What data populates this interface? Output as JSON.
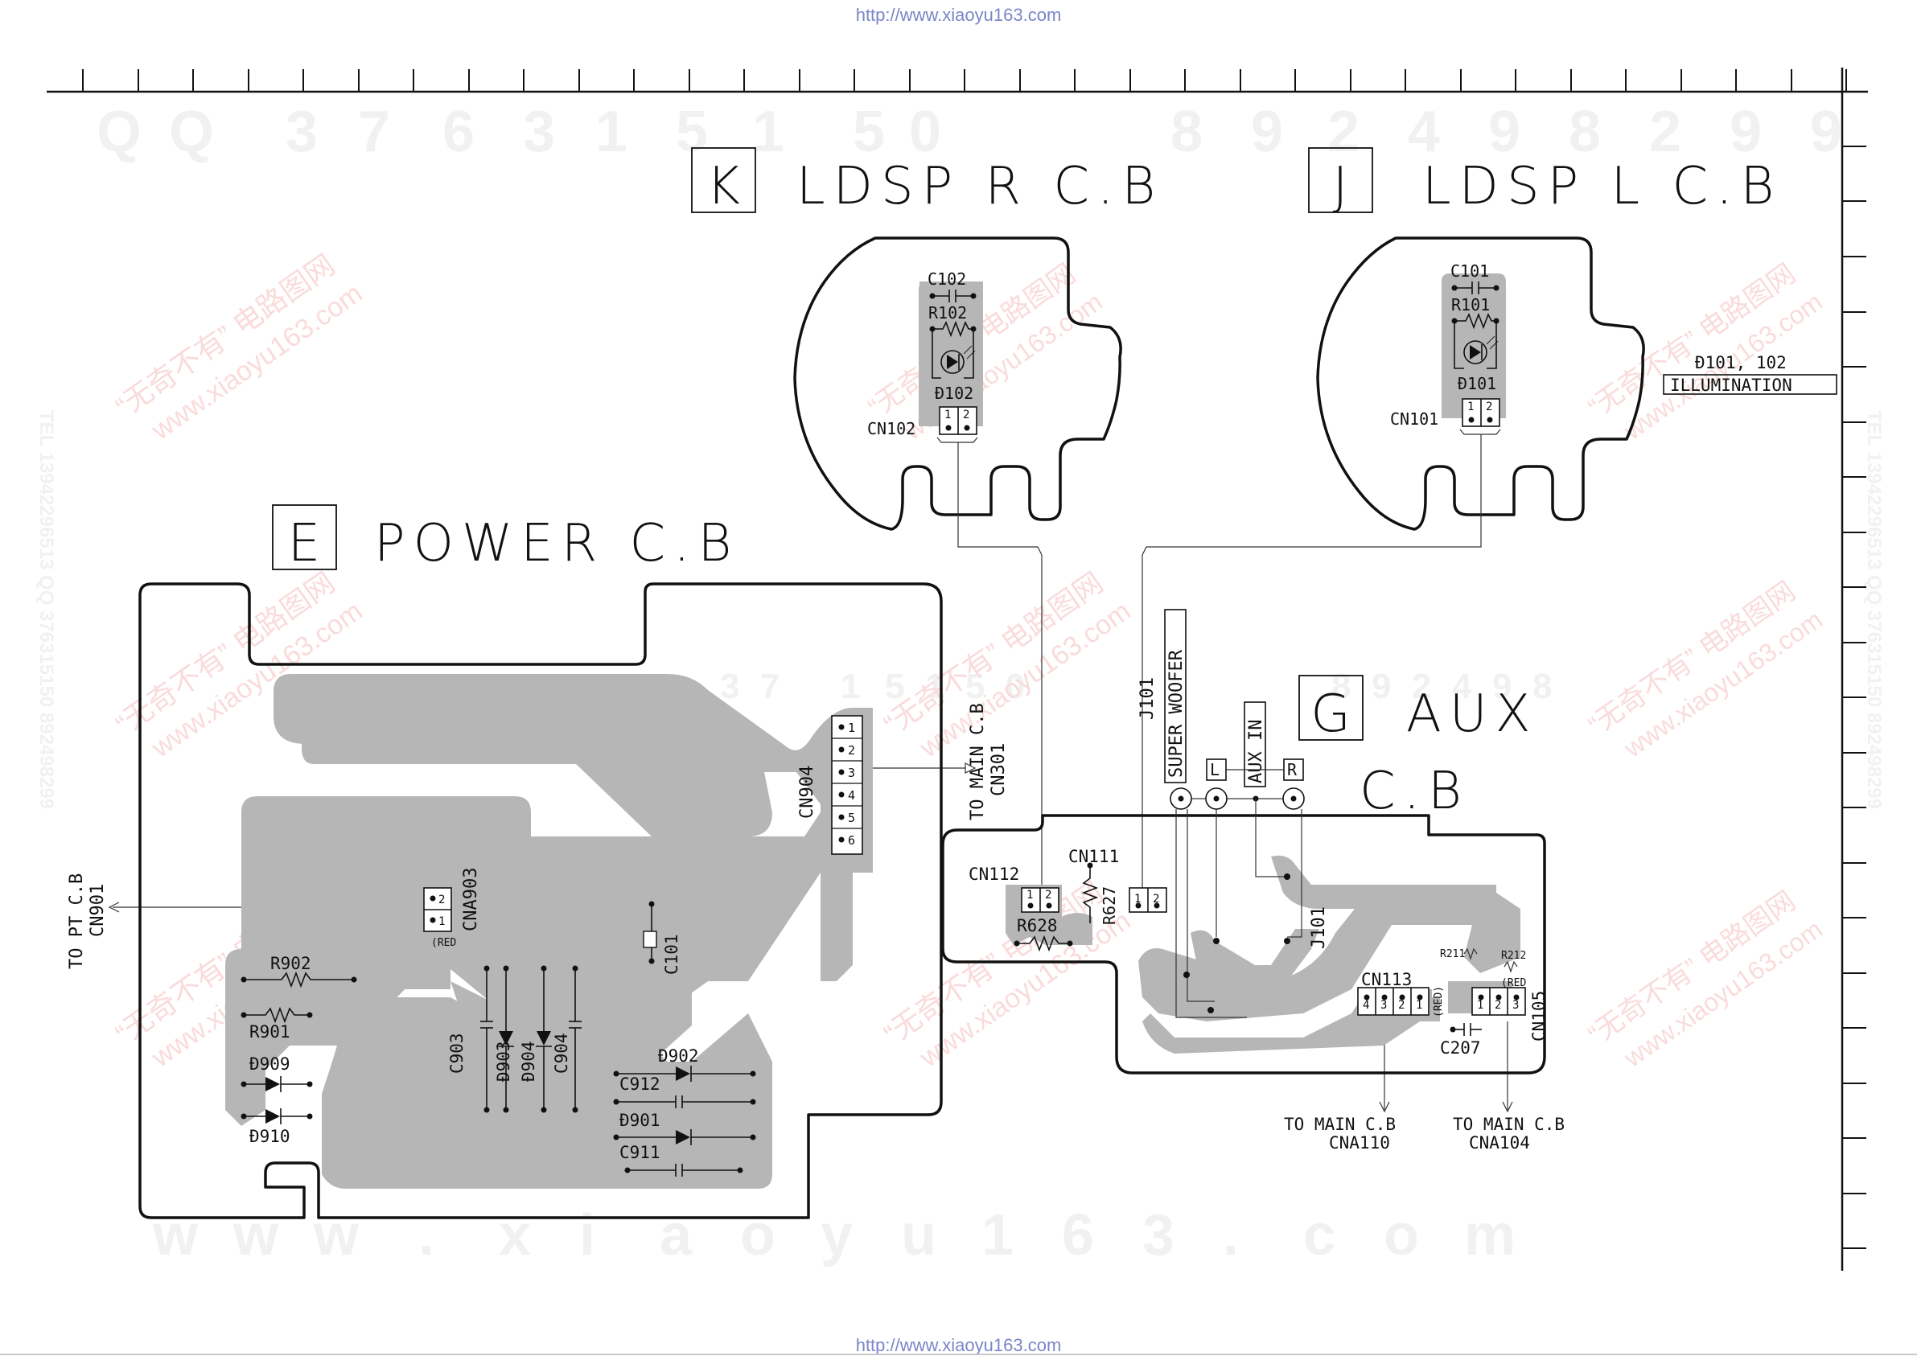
{
  "header": {
    "url": "http://www.xiaoyu163.com"
  },
  "footer": {
    "url": "http://www.xiaoyu163.com"
  },
  "watermarks": {
    "top_digits": [
      "Q",
      "Q",
      "3",
      "7",
      "6",
      "3",
      "1",
      "5",
      "1",
      "5",
      "0",
      "8",
      "9",
      "2",
      "4",
      "9",
      "8",
      "2",
      "9",
      "9"
    ],
    "bottom_text": [
      "w",
      "w",
      "w",
      ".",
      "x",
      "i",
      "a",
      "o",
      "y",
      "u",
      "1",
      "6",
      "3",
      ".",
      "c",
      "o",
      "m"
    ],
    "mid_digits": [
      "3",
      "7",
      "1",
      "5",
      "1",
      "5",
      "0",
      "8",
      "9",
      "2",
      "4",
      "9",
      "8"
    ],
    "side_left": "TEL 13942296513 QQ 376315150 892498299",
    "side_right": "TEL 13942296513 QQ 376315150 892498299",
    "stamp_cn": "“无奇不有” 电路图网",
    "stamp_url": "www.xiaoyu163.com"
  },
  "boards": {
    "k": {
      "letter": "K",
      "title": "LDSP R C.B"
    },
    "j": {
      "letter": "J",
      "title": "LDSP L C.B"
    },
    "e": {
      "letter": "E",
      "title": "POWER C.B"
    },
    "g": {
      "letter": "G",
      "title_line1": "AUX",
      "title_line2": "C.B"
    }
  },
  "labels": {
    "c102": "C102",
    "r102": "R102",
    "d102": "Ð102",
    "cn102": "CN102",
    "c101": "C101",
    "r101": "R101",
    "d101": "Ð101",
    "cn101": "CN101",
    "illum_ref": "Ð101, 102",
    "illum": "ILLUMINATION",
    "to_main_cn301_a": "TO MAIN C.B",
    "to_main_cn301_b": "CN301",
    "cn904": "CN904",
    "cna903": "CNA903",
    "red1": "(RED",
    "to_pt_a": "TO PT C.B",
    "to_pt_b": "CN901",
    "r902": "R902",
    "r901": "R901",
    "d909": "Ð909",
    "d910": "Ð910",
    "c903": "C903",
    "d903": "Ð903",
    "d904": "Ð904",
    "c904": "C904",
    "c101e": "C101",
    "d902": "Ð902",
    "c912": "C912",
    "d901": "Ð901",
    "c911": "C911",
    "j101_top": "J101",
    "super_woofer": "SUPER WOOFER",
    "aux_in": "AUX IN",
    "l": "L",
    "r": "R",
    "cn112": "CN112",
    "cn111": "CN111",
    "r627": "R627",
    "r628": "R628",
    "j101_mid": "J101",
    "cn113": "CN113",
    "r211": "R211",
    "r212": "R212",
    "red2": "(RED)",
    "red3": "(RED",
    "cn105": "CN105",
    "c207": "C207",
    "to_main_cna110_a": "TO MAIN C.B",
    "to_main_cna110_b": "CNA110",
    "to_main_cna104_a": "TO MAIN C.B",
    "to_main_cna104_b": "CNA104"
  },
  "pins": {
    "cn904": [
      "1",
      "2",
      "3",
      "4",
      "5",
      "6"
    ],
    "cna903": [
      "2",
      "1"
    ],
    "cn102": [
      "1",
      "2"
    ],
    "cn101": [
      "1",
      "2"
    ],
    "cn112": [
      "1",
      "2"
    ],
    "cn111": [
      "1",
      "2"
    ],
    "cn113": [
      "4",
      "3",
      "2",
      "1"
    ],
    "cn105": [
      "1",
      "2",
      "3"
    ]
  }
}
